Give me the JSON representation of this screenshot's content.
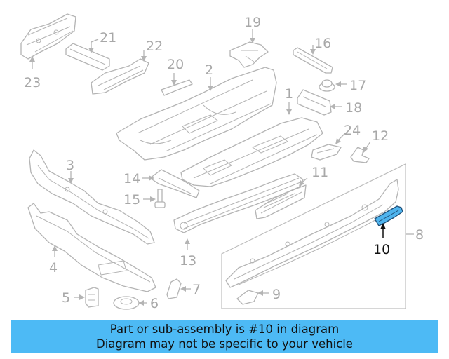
{
  "diagram": {
    "callouts": [
      "1",
      "2",
      "3",
      "4",
      "5",
      "6",
      "7",
      "8",
      "9",
      "10",
      "11",
      "12",
      "13",
      "14",
      "15",
      "16",
      "17",
      "18",
      "19",
      "20",
      "21",
      "22",
      "23",
      "24"
    ],
    "highlighted_part": "10",
    "highlight_color": "#4fb4ee",
    "line_color": "#b4b4b4"
  },
  "banner": {
    "line1": "Part or sub-assembly is #10 in diagram",
    "line2": "Diagram may not be specific to your vehicle",
    "background": "#4dbaf5"
  }
}
